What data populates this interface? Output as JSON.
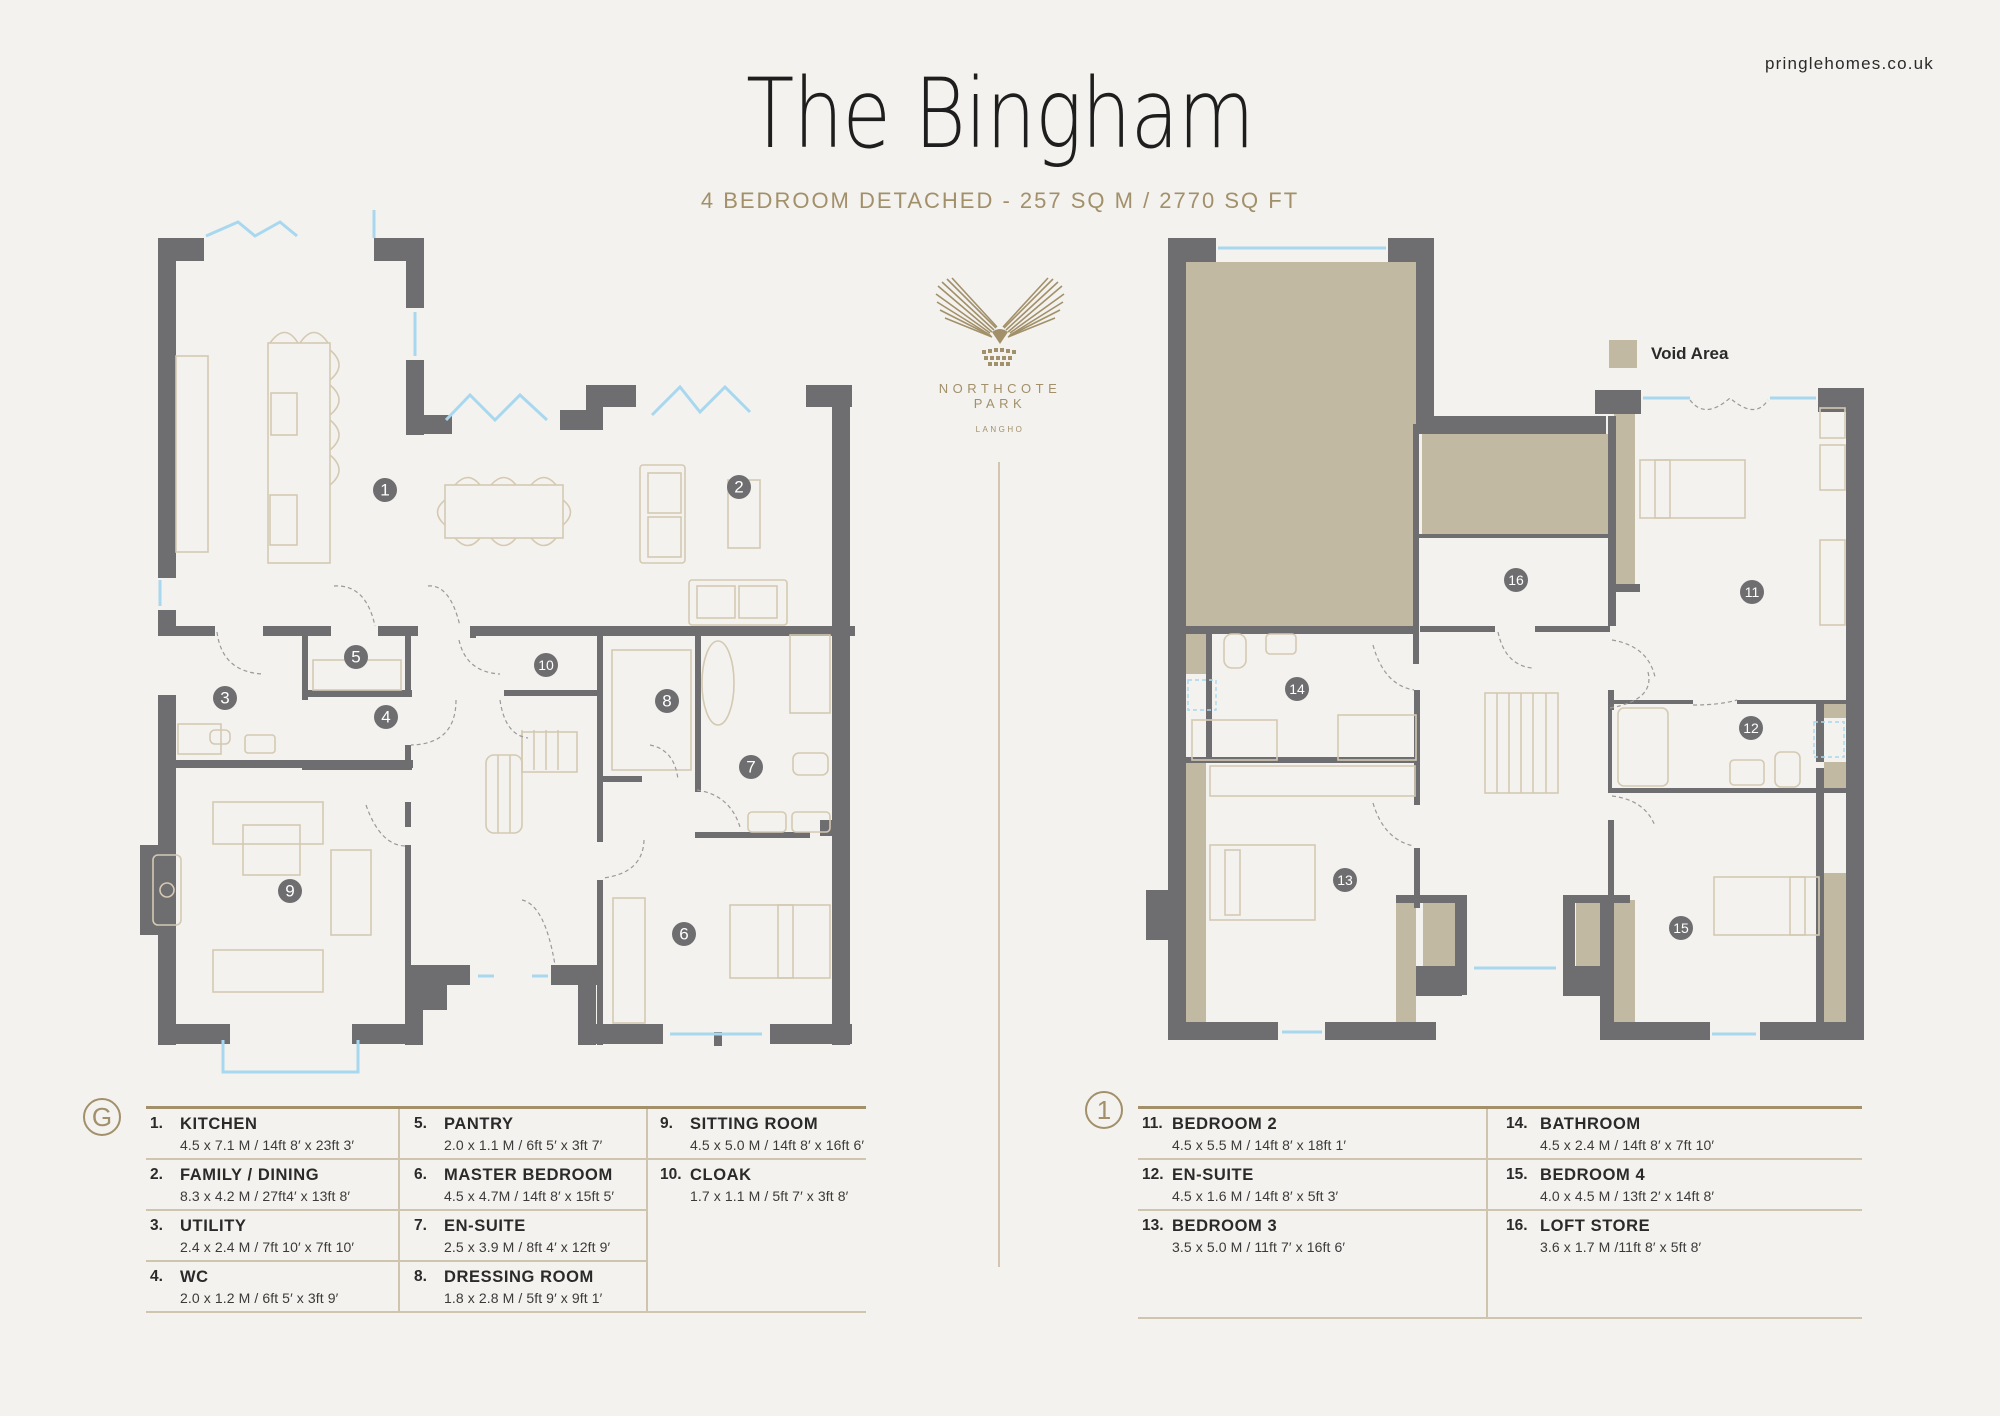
{
  "header": {
    "site_url": "pringlehomes.co.uk",
    "title": "The Bingham",
    "subtitle": "4 BEDROOM DETACHED - 257 SQ M / 2770 SQ FT"
  },
  "logo": {
    "name": "NORTHCOTE PARK",
    "place": "LANGHO"
  },
  "colors": {
    "background": "#f4f2ee",
    "wall": "#6e6e70",
    "accent_gold": "#a1906a",
    "void": "#c2b9a3",
    "window": "#a8d8ef",
    "furniture": "#d4c9b2",
    "rule": "#cfc4ad"
  },
  "legend": {
    "void_label": "Void Area"
  },
  "ground_floor": {
    "badge": "G",
    "room_markers": [
      "1",
      "2",
      "3",
      "4",
      "5",
      "6",
      "7",
      "8",
      "9",
      "10"
    ],
    "columns": [
      [
        {
          "num": "1.",
          "name": "KITCHEN",
          "dims": "4.5 x 7.1 M / 14ft 8′ x 23ft 3′"
        },
        {
          "num": "2.",
          "name": "FAMILY / DINING",
          "dims": "8.3 x 4.2 M / 27ft4′ x 13ft 8′"
        },
        {
          "num": "3.",
          "name": "UTILITY",
          "dims": "2.4 x 2.4 M / 7ft 10′ x 7ft 10′"
        },
        {
          "num": "4.",
          "name": "WC",
          "dims": "2.0 x 1.2 M / 6ft 5′ x 3ft 9′"
        }
      ],
      [
        {
          "num": "5.",
          "name": "PANTRY",
          "dims": "2.0 x 1.1 M / 6ft 5′ x 3ft 7′"
        },
        {
          "num": "6.",
          "name": "MASTER BEDROOM",
          "dims": "4.5 x 4.7M / 14ft 8′ x 15ft 5′"
        },
        {
          "num": "7.",
          "name": "EN-SUITE",
          "dims": "2.5 x 3.9 M / 8ft 4′ x 12ft 9′"
        },
        {
          "num": "8.",
          "name": "DRESSING ROOM",
          "dims": "1.8 x 2.8 M / 5ft 9′ x 9ft 1′"
        }
      ],
      [
        {
          "num": "9.",
          "name": "SITTING ROOM",
          "dims": "4.5 x 5.0 M / 14ft 8′ x 16ft 6′"
        },
        {
          "num": "10.",
          "name": "CLOAK",
          "dims": "1.7 x 1.1 M / 5ft 7′ x 3ft 8′"
        }
      ]
    ]
  },
  "first_floor": {
    "badge": "1",
    "room_markers": [
      "11",
      "12",
      "13",
      "14",
      "15",
      "16"
    ],
    "columns": [
      [
        {
          "num": "11.",
          "name": "BEDROOM 2",
          "dims": "4.5 x 5.5 M / 14ft 8′ x 18ft 1′"
        },
        {
          "num": "12.",
          "name": "EN-SUITE",
          "dims": "4.5 x 1.6 M / 14ft 8′ x 5ft 3′"
        },
        {
          "num": "13.",
          "name": "BEDROOM 3",
          "dims": "3.5 x 5.0 M / 11ft 7′ x 16ft 6′"
        }
      ],
      [
        {
          "num": "14.",
          "name": "BATHROOM",
          "dims": "4.5 x 2.4 M / 14ft 8′ x 7ft 10′"
        },
        {
          "num": "15.",
          "name": "BEDROOM 4",
          "dims": "4.0 x 4.5 M / 13ft 2′ x 14ft 8′"
        },
        {
          "num": "16.",
          "name": "LOFT STORE",
          "dims": "3.6 x 1.7 M /11ft 8′ x 5ft 8′"
        }
      ]
    ]
  }
}
